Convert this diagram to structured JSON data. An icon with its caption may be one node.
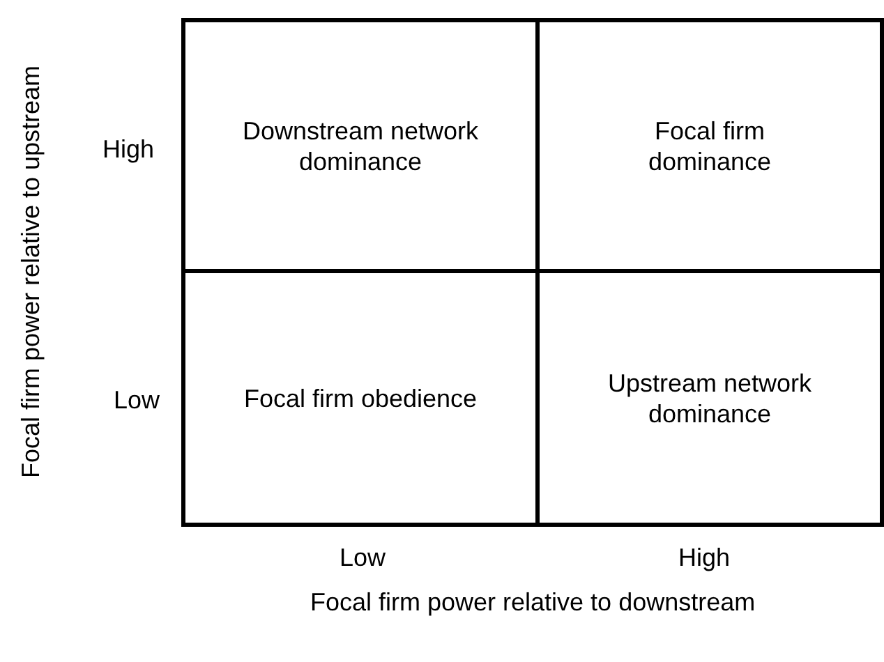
{
  "diagram": {
    "nodes": [
      {
        "text": [
          "Downstream network dominance"
        ]
      },
      {
        "text": [
          "Focal firm dominance"
        ]
      },
      {
        "text": [
          "Focal firm obedience"
        ]
      },
      {
        "text": [
          "Upstream network dominance"
        ]
      }
    ],
    "labels": [
      "Focal firm power relative to upstream",
      "High",
      "Low",
      "Low",
      "High",
      "Focal firm power relative to downstream"
    ]
  }
}
